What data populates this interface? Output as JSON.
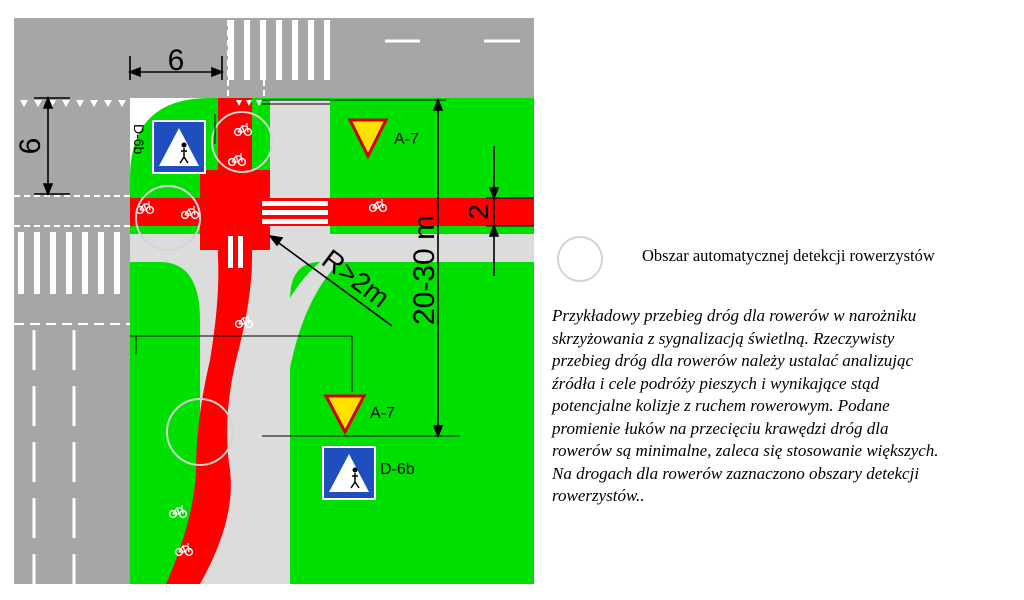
{
  "diagram": {
    "dim_width": "6",
    "dim_height": "6",
    "dim_radius": "R>2m",
    "dim_length": "20-30 m",
    "dim_lane": "2",
    "sign_a7_label": "A-7",
    "sign_d6b_label": "D-6b"
  },
  "legend": {
    "detection_label": "Obszar automatycznej detekcji rowerzystów"
  },
  "description": {
    "lines": [
      "Przykładowy przebieg dróg dla rowerów w narożniku",
      "skrzyżowania z sygnalizacją świetlną. Rzeczywisty",
      "przebieg dróg dla rowerów należy ustalać analizując",
      "źródła i cele podróży pieszych i wynikające stąd",
      "potencjalne kolizje z ruchem rowerowym. Podane",
      "promienie łuków na przecięciu krawędzi dróg dla",
      "rowerów są minimalne, zaleca się stosowanie większych.",
      "Na drogach dla rowerów zaznaczono obszary detekcji",
      "rowerzystów.."
    ]
  },
  "colors": {
    "road": "#a6a6a6",
    "sidewalk": "#dcdcdc",
    "grass": "#00e000",
    "bike_path": "#ff0000",
    "sign_blue": "#1f4fbf",
    "sign_yellow": "#ffe100"
  },
  "icons": [
    "bicycle-icon",
    "pedestrian-crossing-icon",
    "yield-triangle-icon",
    "detection-circle-icon"
  ]
}
